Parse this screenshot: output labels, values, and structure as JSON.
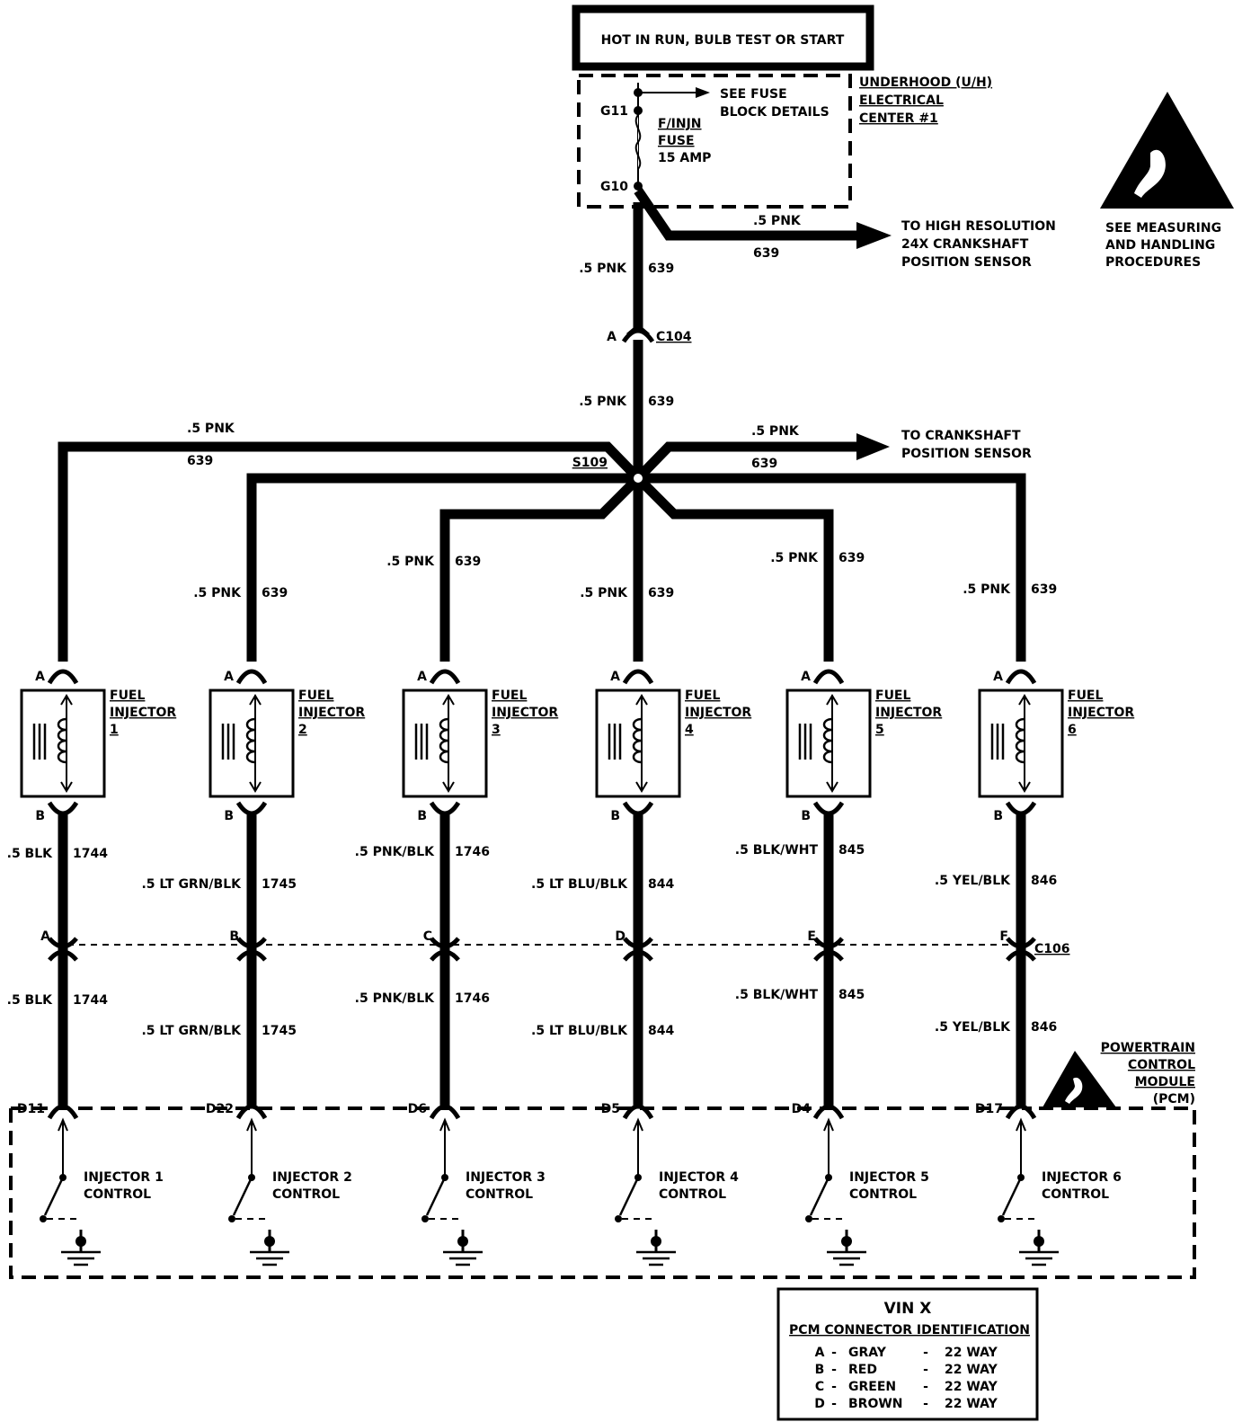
{
  "header_box": "HOT IN RUN, BULB TEST OR START",
  "fuse_block": {
    "title": [
      "UNDERHOOD (U/H)",
      "ELECTRICAL",
      "CENTER #1"
    ],
    "see_details": [
      "SEE FUSE",
      "BLOCK DETAILS"
    ],
    "pin_top": "G11",
    "pin_bottom": "G10",
    "fuse_name": [
      "F/INJN",
      "FUSE"
    ],
    "fuse_rating": "15 AMP"
  },
  "esd_notice": [
    "SEE MEASURING",
    "AND HANDLING",
    "PROCEDURES"
  ],
  "hires_branch": {
    "wire_color": ".5 PNK",
    "circuit": "639",
    "destination": [
      "TO HIGH RESOLUTION",
      "24X CRANKSHAFT",
      "POSITION SENSOR"
    ]
  },
  "main_feed": {
    "upper_color": ".5 PNK",
    "upper_circuit": "639",
    "connector_pin": "A",
    "connector": "C104",
    "lower_color": ".5 PNK",
    "lower_circuit": "639"
  },
  "splice": {
    "name": "S109",
    "left_top_color": ".5 PNK",
    "left_top_circuit": "639",
    "ckp_color": ".5 PNK",
    "ckp_circuit": "639",
    "ckp_destination": [
      "TO CRANKSHAFT",
      "POSITION SENSOR"
    ]
  },
  "injectors": [
    {
      "feed_color": "",
      "feed_circuit": "",
      "pin_a": "A",
      "pin_b": "B",
      "label": [
        "FUEL",
        "INJECTOR",
        "1"
      ],
      "ctrl_color": ".5 BLK",
      "ctrl_circuit": "1744",
      "c106_pin": "A",
      "pcm_color": ".5 BLK",
      "pcm_circuit": "1744",
      "pcm_pin": "D11",
      "control": [
        "INJECTOR 1",
        "CONTROL"
      ]
    },
    {
      "feed_color": ".5 PNK",
      "feed_circuit": "639",
      "pin_a": "A",
      "pin_b": "B",
      "label": [
        "FUEL",
        "INJECTOR",
        "2"
      ],
      "ctrl_color": ".5 LT GRN/BLK",
      "ctrl_circuit": "1745",
      "c106_pin": "B",
      "pcm_color": ".5 LT GRN/BLK",
      "pcm_circuit": "1745",
      "pcm_pin": "D22",
      "control": [
        "INJECTOR 2",
        "CONTROL"
      ]
    },
    {
      "feed_color": ".5 PNK",
      "feed_circuit": "639",
      "pin_a": "A",
      "pin_b": "B",
      "label": [
        "FUEL",
        "INJECTOR",
        "3"
      ],
      "ctrl_color": ".5 PNK/BLK",
      "ctrl_circuit": "1746",
      "c106_pin": "C",
      "pcm_color": ".5 PNK/BLK",
      "pcm_circuit": "1746",
      "pcm_pin": "D6",
      "control": [
        "INJECTOR 3",
        "CONTROL"
      ]
    },
    {
      "feed_color": ".5 PNK",
      "feed_circuit": "639",
      "pin_a": "A",
      "pin_b": "B",
      "label": [
        "FUEL",
        "INJECTOR",
        "4"
      ],
      "ctrl_color": ".5 LT BLU/BLK",
      "ctrl_circuit": "844",
      "c106_pin": "D",
      "pcm_color": ".5 LT BLU/BLK",
      "pcm_circuit": "844",
      "pcm_pin": "D5",
      "control": [
        "INJECTOR 4",
        "CONTROL"
      ]
    },
    {
      "feed_color": ".5 PNK",
      "feed_circuit": "639",
      "pin_a": "A",
      "pin_b": "B",
      "label": [
        "FUEL",
        "INJECTOR",
        "5"
      ],
      "ctrl_color": ".5 BLK/WHT",
      "ctrl_circuit": "845",
      "c106_pin": "E",
      "pcm_color": ".5 BLK/WHT",
      "pcm_circuit": "845",
      "pcm_pin": "D4",
      "control": [
        "INJECTOR 5",
        "CONTROL"
      ]
    },
    {
      "feed_color": ".5 PNK",
      "feed_circuit": "639",
      "pin_a": "A",
      "pin_b": "B",
      "label": [
        "FUEL",
        "INJECTOR",
        "6"
      ],
      "ctrl_color": ".5 YEL/BLK",
      "ctrl_circuit": "846",
      "c106_pin": "F",
      "pcm_color": ".5 YEL/BLK",
      "pcm_circuit": "846",
      "pcm_pin": "D17",
      "control": [
        "INJECTOR 6",
        "CONTROL"
      ]
    }
  ],
  "c106_label": "C106",
  "pcm": {
    "title": [
      "POWERTRAIN",
      "CONTROL",
      "MODULE",
      "(PCM)"
    ]
  },
  "vin_table": {
    "title": "VIN X",
    "subtitle": "PCM CONNECTOR IDENTIFICATION",
    "rows": [
      {
        "code": "A",
        "sep": "-",
        "color": "GRAY",
        "sep2": "-",
        "ways": "22 WAY"
      },
      {
        "code": "B",
        "sep": "-",
        "color": "RED",
        "sep2": "-",
        "ways": "22 WAY"
      },
      {
        "code": "C",
        "sep": "-",
        "color": "GREEN",
        "sep2": "-",
        "ways": "22 WAY"
      },
      {
        "code": "D",
        "sep": "-",
        "color": "BROWN",
        "sep2": "-",
        "ways": "22 WAY"
      }
    ]
  }
}
